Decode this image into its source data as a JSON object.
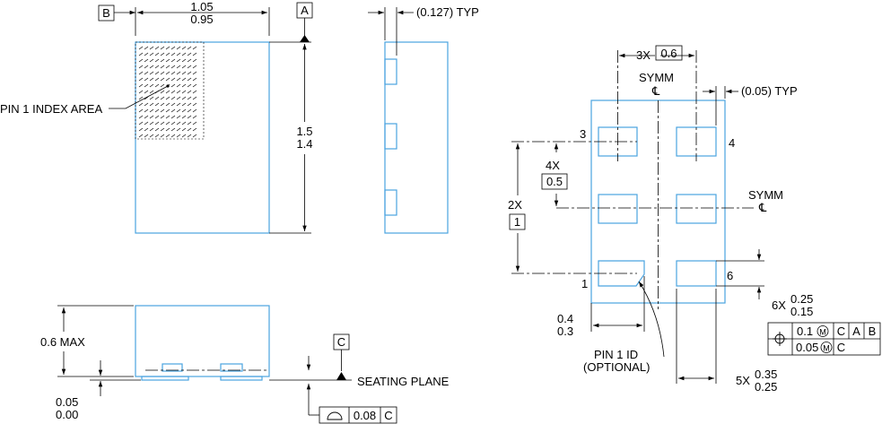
{
  "top_view": {
    "datum_b": "B",
    "datum_a": "A",
    "width_max": "1.05",
    "width_min": "0.95",
    "length_max": "1.5",
    "length_min": "1.4",
    "pin1_index_label": "PIN 1 INDEX AREA"
  },
  "side_view": {
    "typ_dim": "(0.127) TYP"
  },
  "front_view": {
    "height_max": "0.6 MAX",
    "standoff_max": "0.05",
    "standoff_min": "0.00",
    "datum_c": "C",
    "seating_plane": "SEATING PLANE",
    "flatness_value": "0.08",
    "flatness_datum": "C"
  },
  "land_pattern": {
    "pitch_x_count": "3X",
    "pitch_x_value": "0.6",
    "symm_top": "SYMM",
    "centerline_symbol": "℄",
    "edge_typ": "(0.05) TYP",
    "pin3": "3",
    "pin4": "4",
    "pin1": "1",
    "pin6": "6",
    "pitch_y_count": "4X",
    "pitch_y_value": "0.5",
    "span_count": "2X",
    "span_value": "1",
    "symm_right": "SYMM",
    "pad_len_count": "6X",
    "pad_len_max": "0.25",
    "pad_len_min": "0.15",
    "tol1_value": "0.1",
    "tol1_datums": [
      "C",
      "A",
      "B"
    ],
    "tol2_value": "0.05",
    "tol2_datum": "C",
    "pin1_x_max": "0.4",
    "pin1_x_min": "0.3",
    "pin1_id": "PIN 1 ID",
    "pin1_id_note": "(OPTIONAL)",
    "pad_w_count": "5X",
    "pad_w_max": "0.35",
    "pad_w_min": "0.25",
    "mmc_symbol": "M"
  }
}
